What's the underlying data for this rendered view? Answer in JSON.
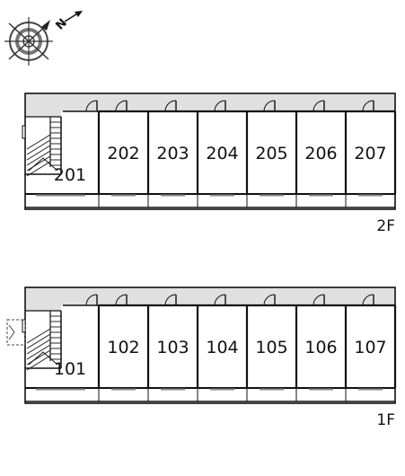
{
  "compass": {
    "letter": "N"
  },
  "floors": [
    {
      "id": "2f",
      "label": "2F",
      "units": [
        "201",
        "202",
        "203",
        "204",
        "205",
        "206",
        "207"
      ]
    },
    {
      "id": "1f",
      "label": "1F",
      "units": [
        "101",
        "102",
        "103",
        "104",
        "105",
        "106",
        "107"
      ]
    }
  ]
}
